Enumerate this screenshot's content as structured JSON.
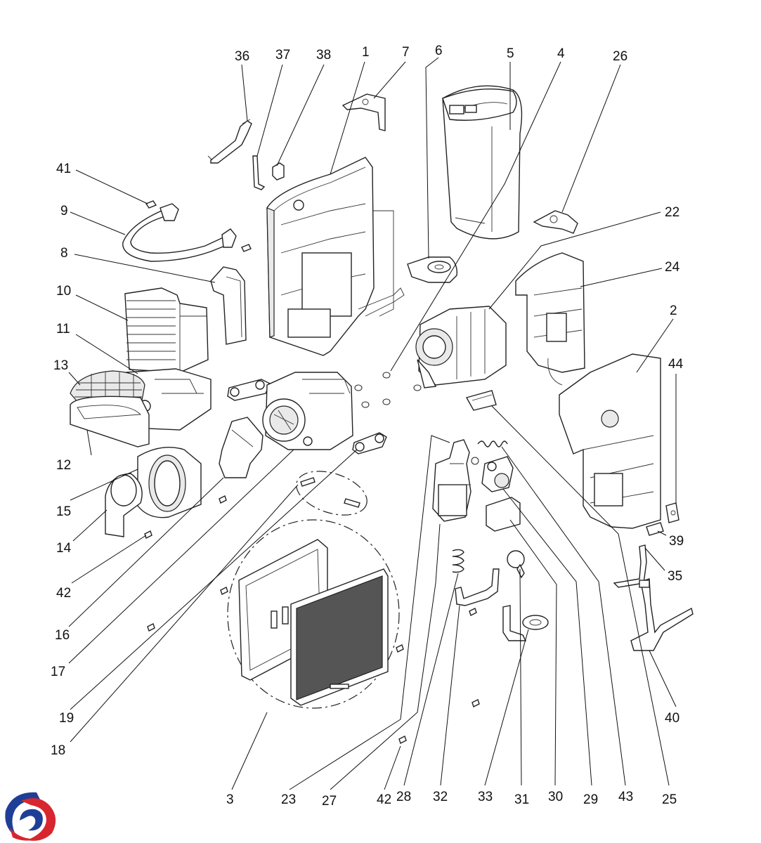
{
  "labels": [
    {
      "id": "36",
      "text": "36"
    },
    {
      "id": "37",
      "text": "37"
    },
    {
      "id": "38",
      "text": "38"
    },
    {
      "id": "1",
      "text": "1"
    },
    {
      "id": "7",
      "text": "7"
    },
    {
      "id": "6",
      "text": "6"
    },
    {
      "id": "5",
      "text": "5"
    },
    {
      "id": "4",
      "text": "4"
    },
    {
      "id": "26",
      "text": "26"
    },
    {
      "id": "41",
      "text": "41"
    },
    {
      "id": "9",
      "text": "9"
    },
    {
      "id": "22",
      "text": "22"
    },
    {
      "id": "8",
      "text": "8"
    },
    {
      "id": "24",
      "text": "24"
    },
    {
      "id": "10",
      "text": "10"
    },
    {
      "id": "2",
      "text": "2"
    },
    {
      "id": "11",
      "text": "11"
    },
    {
      "id": "44",
      "text": "44"
    },
    {
      "id": "13",
      "text": "13"
    },
    {
      "id": "12",
      "text": "12"
    },
    {
      "id": "15",
      "text": "15"
    },
    {
      "id": "39",
      "text": "39"
    },
    {
      "id": "14",
      "text": "14"
    },
    {
      "id": "35",
      "text": "35"
    },
    {
      "id": "42a",
      "text": "42"
    },
    {
      "id": "16",
      "text": "16"
    },
    {
      "id": "17",
      "text": "17"
    },
    {
      "id": "40",
      "text": "40"
    },
    {
      "id": "19",
      "text": "19"
    },
    {
      "id": "18",
      "text": "18"
    },
    {
      "id": "3",
      "text": "3"
    },
    {
      "id": "23",
      "text": "23"
    },
    {
      "id": "27",
      "text": "27"
    },
    {
      "id": "42b",
      "text": "42"
    },
    {
      "id": "28",
      "text": "28"
    },
    {
      "id": "32",
      "text": "32"
    },
    {
      "id": "33",
      "text": "33"
    },
    {
      "id": "31",
      "text": "31"
    },
    {
      "id": "30",
      "text": "30"
    },
    {
      "id": "29",
      "text": "29"
    },
    {
      "id": "43",
      "text": "43"
    },
    {
      "id": "25",
      "text": "25"
    }
  ],
  "colors": {
    "logo_blue": "#1f3f96",
    "logo_red": "#d8262e",
    "line": "#222222"
  },
  "logo": {
    "icon": "brand-swirl-logo"
  }
}
